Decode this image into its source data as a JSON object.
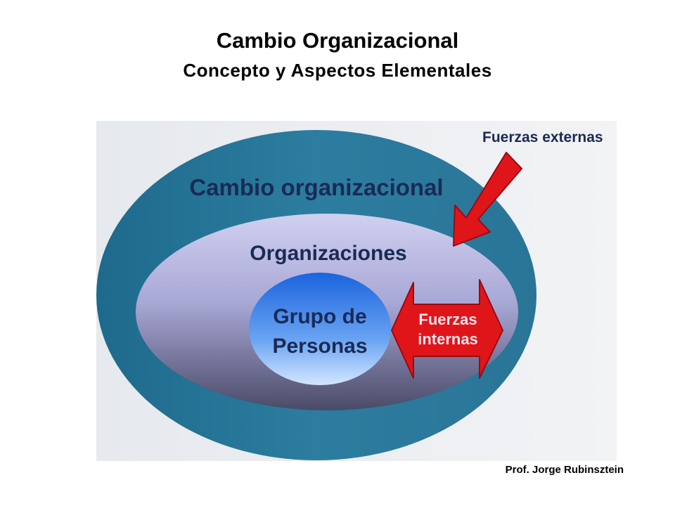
{
  "slide": {
    "title": "Cambio Organizacional",
    "subtitle": "Concepto y Aspectos Elementales",
    "credit": "Prof. Jorge Rubinsztein"
  },
  "diagram": {
    "outer_label": "Cambio organizacional",
    "middle_label": "Organizaciones",
    "inner_label_line1": "Grupo de",
    "inner_label_line2": "Personas",
    "external_forces_label": "Fuerzas externas",
    "internal_forces_line1": "Fuerzas",
    "internal_forces_line2": "internas"
  },
  "colors": {
    "outer_ellipse": "#2e7ea0",
    "middle_ellipse_top": "#c8c8ec",
    "middle_ellipse_bottom": "#4a4a6a",
    "inner_circle_top": "#1f6fe0",
    "inner_circle_bottom": "#c9e0ff",
    "arrow_red": "#e0151a",
    "label_dark": "#1a2a55"
  }
}
